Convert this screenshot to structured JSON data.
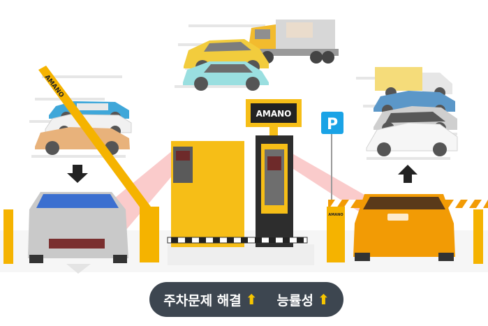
{
  "brand": "AMANO",
  "booth_sign": "AMANO",
  "barrier_label": "AMANO",
  "gate_label": "AMANO",
  "parking_sign": "P",
  "colors": {
    "yellow": "#f5b300",
    "orange": "#f29b05",
    "pill": "#3d4650",
    "arrow": "#f7c600",
    "laser": "#f26b6b"
  },
  "icons": {
    "down": "down-arrow-icon",
    "up": "up-arrow-icon"
  },
  "benefits": [
    {
      "text": "주차문제 해결",
      "indicator": "⬆"
    },
    {
      "text": "능률성",
      "indicator": "⬆"
    }
  ]
}
